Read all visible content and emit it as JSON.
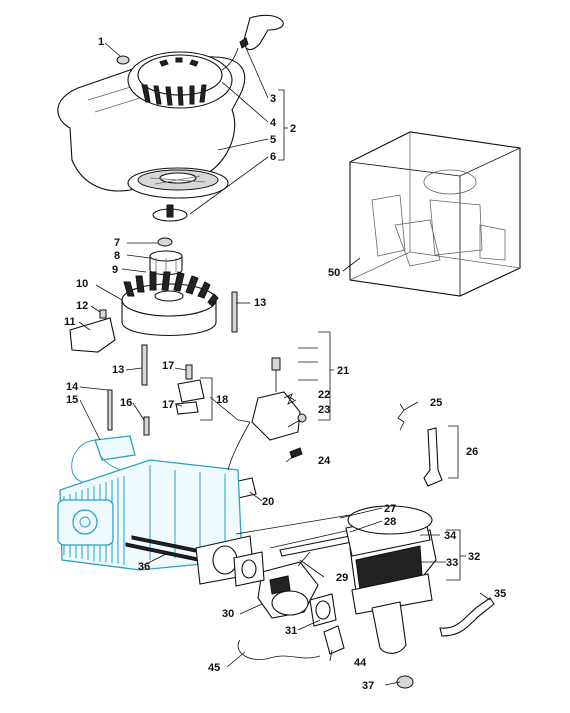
{
  "diagram": {
    "labels": {
      "p1": "1",
      "p2": "2",
      "p3": "3",
      "p4": "4",
      "p5": "5",
      "p6": "6",
      "p7": "7",
      "p8": "8",
      "p9": "9",
      "p10": "10",
      "p11": "11",
      "p12": "12",
      "p13a": "13",
      "p13b": "13",
      "p14": "14",
      "p15": "15",
      "p16": "16",
      "p17a": "17",
      "p17b": "17",
      "p18": "18",
      "p20": "20",
      "p21": "21",
      "p22": "22",
      "p23": "23",
      "p24": "24",
      "p25": "25",
      "p26": "26",
      "p27": "27",
      "p28": "28",
      "p29": "29",
      "p30": "30",
      "p31": "31",
      "p32": "32",
      "p33": "33",
      "p34": "34",
      "p35": "35",
      "p36": "36",
      "p37": "37",
      "p44": "44",
      "p45": "45",
      "p50": "50"
    }
  }
}
